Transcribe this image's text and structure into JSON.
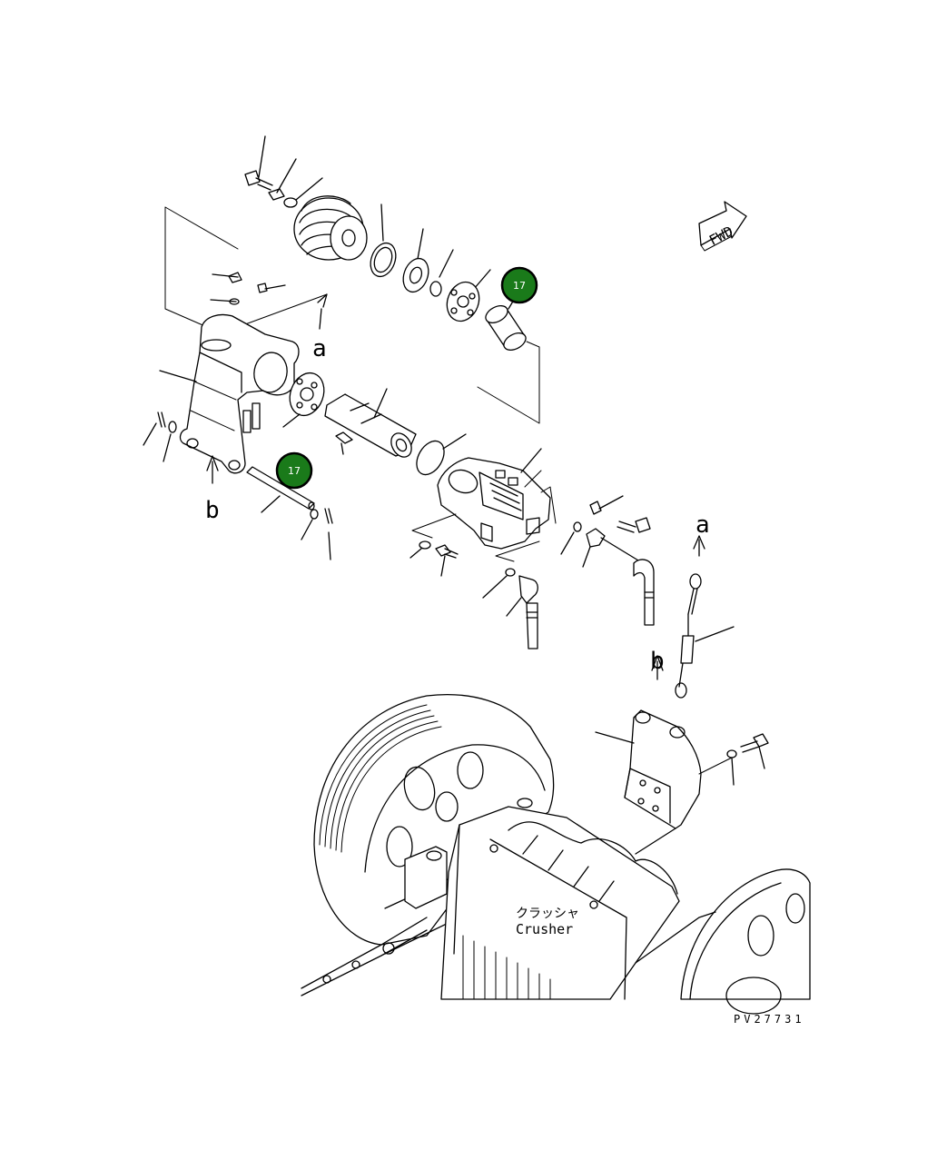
{
  "diagram": {
    "direction_label": "FWD",
    "crusher_label_jp": "クラッシャ",
    "crusher_label_en": "Crusher",
    "drawing_code": "PV27731",
    "arrow_labels": {
      "a": "a",
      "b": "b"
    },
    "callouts": [
      {
        "id": "callout-upper",
        "number": "17"
      },
      {
        "id": "callout-lower",
        "number": "17"
      }
    ],
    "callout_color": "#1a7a1a"
  }
}
